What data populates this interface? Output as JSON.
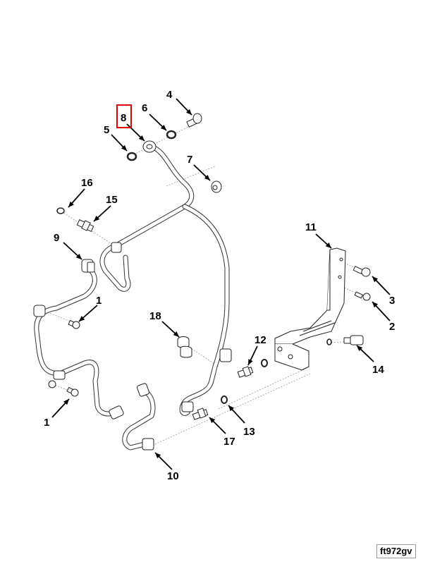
{
  "diagram": {
    "title": "Fuel line assembly exploded view",
    "highlighted_callout": "8",
    "figure_id": "ft972gv",
    "highlight_color": "#e00000",
    "callouts": [
      {
        "id": "c4",
        "label": "4"
      },
      {
        "id": "c6",
        "label": "6"
      },
      {
        "id": "c8",
        "label": "8"
      },
      {
        "id": "c5",
        "label": "5"
      },
      {
        "id": "c7",
        "label": "7"
      },
      {
        "id": "c16",
        "label": "16"
      },
      {
        "id": "c15",
        "label": "15"
      },
      {
        "id": "c9",
        "label": "9"
      },
      {
        "id": "c11",
        "label": "11"
      },
      {
        "id": "c3",
        "label": "3"
      },
      {
        "id": "c2",
        "label": "2"
      },
      {
        "id": "c1a",
        "label": "1"
      },
      {
        "id": "c1b",
        "label": "1"
      },
      {
        "id": "c18",
        "label": "18"
      },
      {
        "id": "c12",
        "label": "12"
      },
      {
        "id": "c14",
        "label": "14"
      },
      {
        "id": "c13",
        "label": "13"
      },
      {
        "id": "c17",
        "label": "17"
      },
      {
        "id": "c10",
        "label": "10"
      }
    ]
  }
}
